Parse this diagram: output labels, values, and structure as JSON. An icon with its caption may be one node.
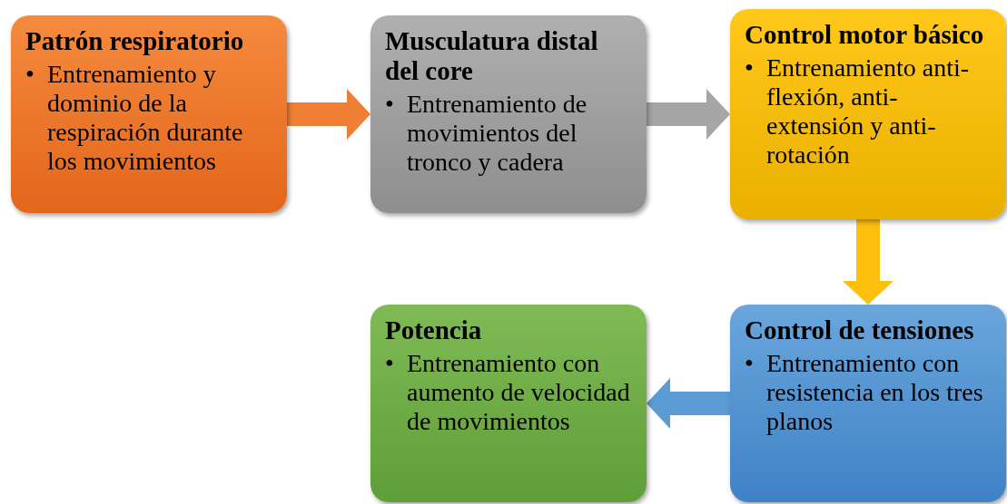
{
  "diagram": {
    "nodes": [
      {
        "text": [
          "Patrón respiratorio",
          "•",
          "Entrenamiento y dominio de la respiración durante los movimientos"
        ]
      },
      {
        "text": [
          "Musculatura distal del core",
          "•",
          "Entrenamiento de movimientos del tronco y cadera"
        ]
      },
      {
        "text": [
          "Control motor básico",
          "•",
          "Entrenamiento anti-flexión, anti-extensión y anti-rotación"
        ]
      },
      {
        "text": [
          "Control de tensiones",
          "•",
          "Entrenamiento con resistencia en los tres planos"
        ]
      },
      {
        "text": [
          "Potencia",
          "•",
          "Entrenamiento con aumento de velocidad de movimientos"
        ]
      }
    ],
    "edges": [
      {
        "from": 0,
        "to": 1,
        "arrow": "to",
        "color": "#f07f35"
      },
      {
        "from": 1,
        "to": 2,
        "arrow": "to",
        "color": "#a6a6a6"
      },
      {
        "from": 2,
        "to": 3,
        "arrow": "to",
        "color": "#fdc00f"
      },
      {
        "from": 3,
        "to": 4,
        "arrow": "to",
        "color": "#5b9bd5"
      }
    ]
  }
}
